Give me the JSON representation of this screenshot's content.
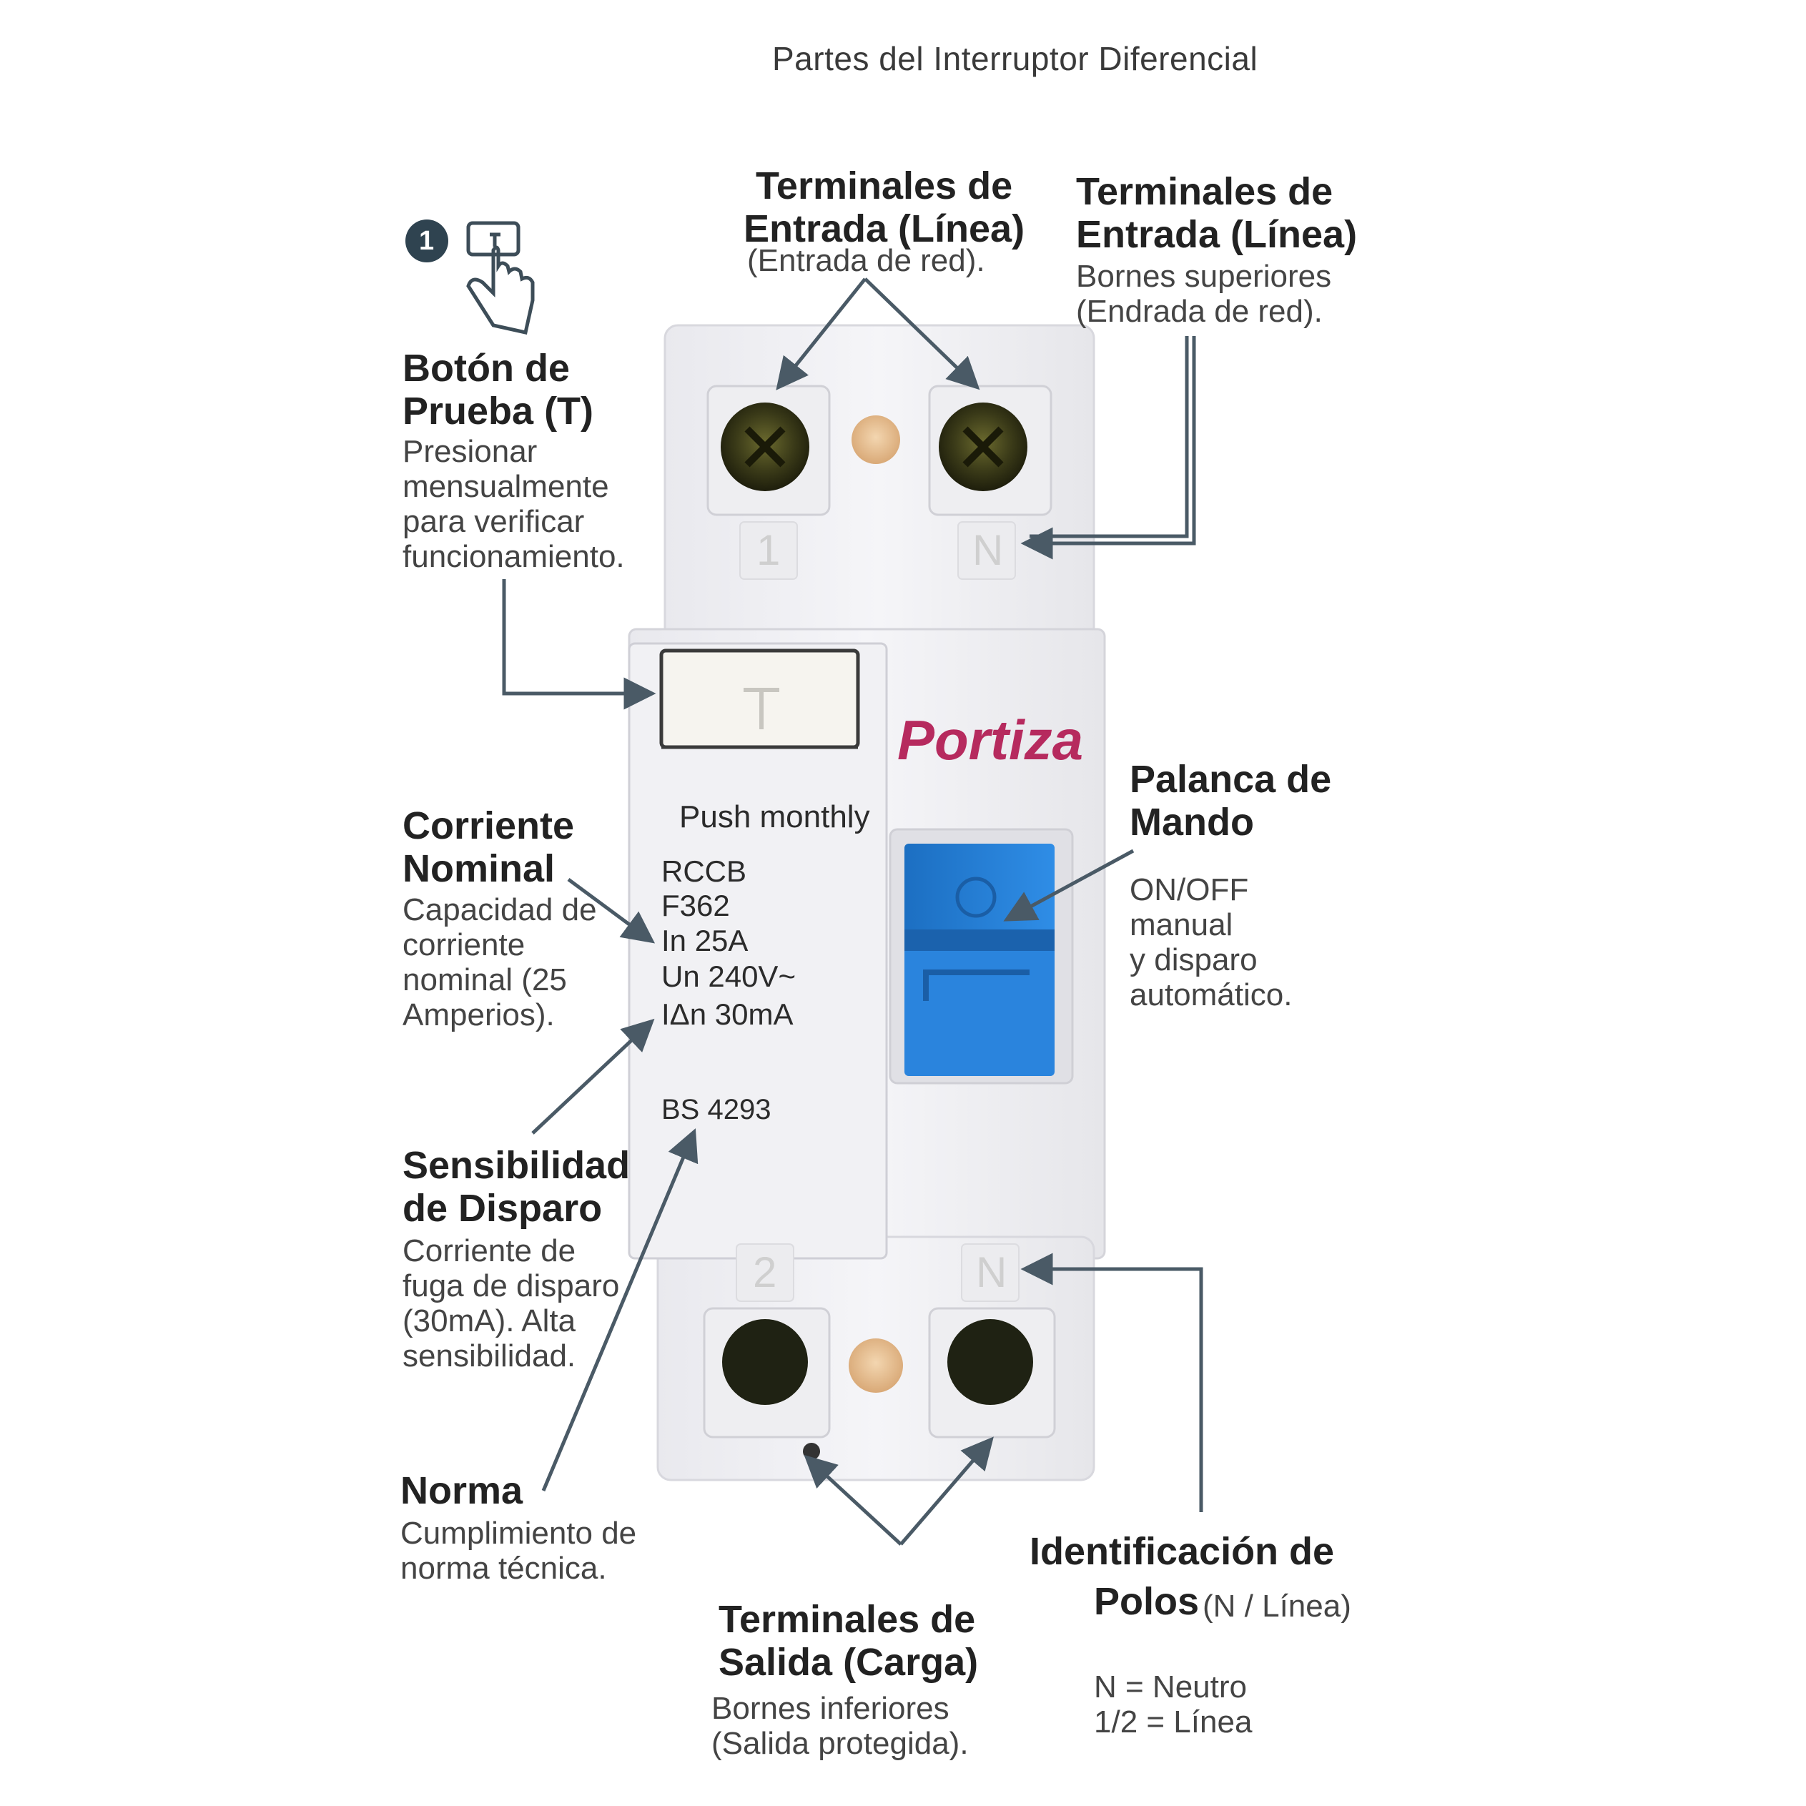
{
  "title": "Partes del Interruptor Diferencial",
  "badge_number": "1",
  "icons": {
    "badge": "numbered-circle",
    "test_press": "finger-press-icon"
  },
  "device": {
    "brand": "Portiza",
    "test_key": "T",
    "push_text": "Push monthly",
    "spec_lines": [
      "RCCB",
      "F362",
      "In 25A",
      "Un 240V~",
      "IΔn 30mA"
    ],
    "standard": "BS 4293",
    "top_pole_left": "1",
    "top_pole_right": "N",
    "bottom_pole_left": "2",
    "bottom_pole_right": "N",
    "colors": {
      "brand": "#b62a5e",
      "handle": "#2a84dd",
      "body": "#f1f1f4"
    }
  },
  "labels": {
    "entrada_center": {
      "heading": "Terminales de\nEntrada (Línea)",
      "desc": "(Entrada de red)."
    },
    "entrada_right": {
      "heading": "Terminales de\nEntrada (Línea)",
      "desc": "Bornes superiores\n(Endrada de red)."
    },
    "boton_prueba": {
      "heading": "Botón de\nPrueba (T)",
      "desc": "Presionar\nmensualmente\npara verificar\nfuncionamiento."
    },
    "corriente_nominal": {
      "heading": "Corriente\nNominal",
      "desc": "Capacidad de\ncorriente\nnominal (25\nAmperios)."
    },
    "sensibilidad": {
      "heading": "Sensibilidad\nde Disparo",
      "desc": "Corriente de\nfuga de disparo\n(30mA). Alta\nsensibilidad."
    },
    "norma": {
      "heading": "Norma",
      "desc": "Cumplimiento de\nnorma técnica."
    },
    "palanca": {
      "heading": "Palanca de\nMando",
      "desc": "ON/OFF\nmanual\ny disparo\nautomático."
    },
    "salida": {
      "heading": "Terminales de\nSalida (Carga)",
      "desc": "Bornes inferiores\n(Salida protegida)."
    },
    "polos": {
      "heading_1": "Identificación de",
      "heading_2": "Polos",
      "suffix": "(N / Línea)",
      "legend": "N = Neutro\n1/2 = Línea"
    }
  }
}
